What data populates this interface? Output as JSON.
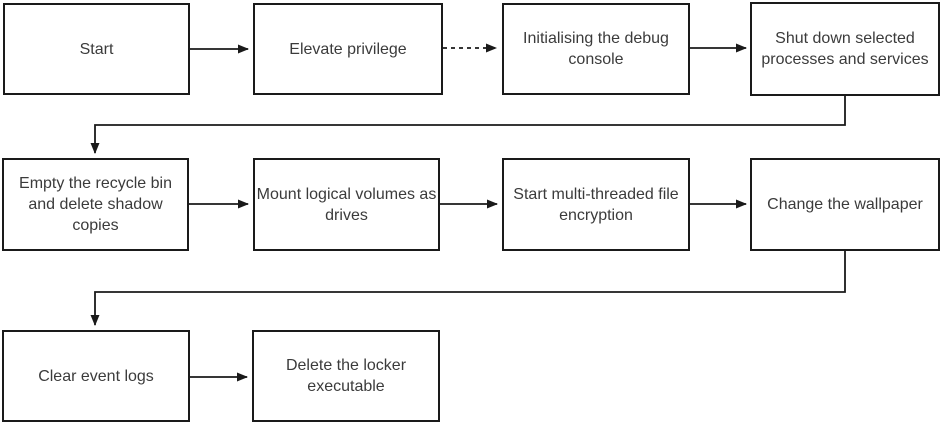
{
  "diagram": {
    "type": "flowchart",
    "colors": {
      "background": "#ffffff",
      "box_fill": "#ffffff",
      "box_border": "#1a1a1a",
      "text": "#3b3b3b",
      "arrow": "#1a1a1a"
    },
    "nodes": [
      {
        "id": "start",
        "label": "Start"
      },
      {
        "id": "elevate-privilege",
        "label": "Elevate privilege"
      },
      {
        "id": "init-debug-console",
        "label": "Initialising the debug console"
      },
      {
        "id": "shutdown-processes",
        "label": "Shut down selected processes and services"
      },
      {
        "id": "empty-recycle-bin",
        "label": "Empty the recycle bin and delete shadow copies"
      },
      {
        "id": "mount-volumes",
        "label": "Mount logical volumes as drives"
      },
      {
        "id": "start-encryption",
        "label": "Start multi-threaded file encryption"
      },
      {
        "id": "change-wallpaper",
        "label": "Change the wallpaper"
      },
      {
        "id": "clear-event-logs",
        "label": "Clear event logs"
      },
      {
        "id": "delete-locker",
        "label": "Delete the locker executable"
      }
    ],
    "edges": [
      {
        "from": "start",
        "to": "elevate-privilege",
        "style": "solid"
      },
      {
        "from": "elevate-privilege",
        "to": "init-debug-console",
        "style": "dashed"
      },
      {
        "from": "init-debug-console",
        "to": "shutdown-processes",
        "style": "solid"
      },
      {
        "from": "shutdown-processes",
        "to": "empty-recycle-bin",
        "style": "solid"
      },
      {
        "from": "empty-recycle-bin",
        "to": "mount-volumes",
        "style": "solid"
      },
      {
        "from": "mount-volumes",
        "to": "start-encryption",
        "style": "solid"
      },
      {
        "from": "start-encryption",
        "to": "change-wallpaper",
        "style": "solid"
      },
      {
        "from": "change-wallpaper",
        "to": "clear-event-logs",
        "style": "solid"
      },
      {
        "from": "clear-event-logs",
        "to": "delete-locker",
        "style": "solid"
      }
    ]
  }
}
